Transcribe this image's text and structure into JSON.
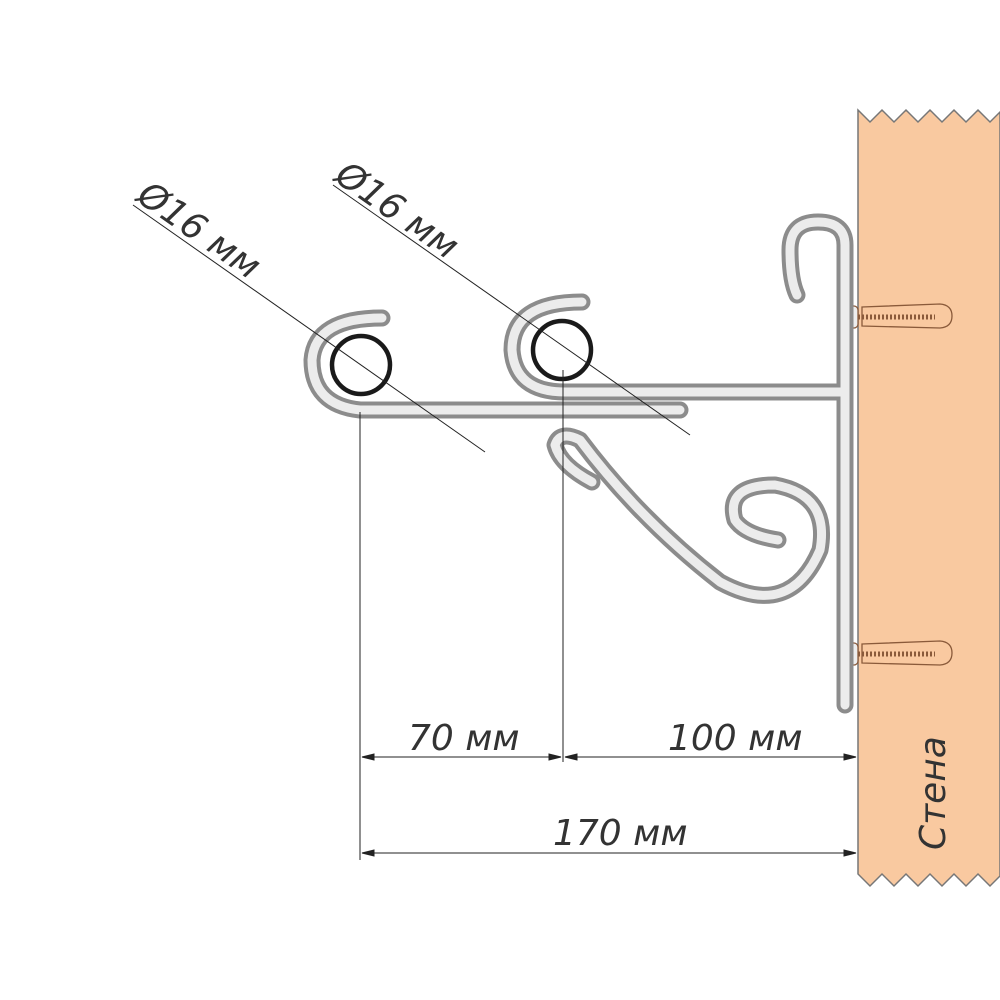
{
  "labels": {
    "diameter_1": "Ø16 мм",
    "diameter_2": "Ø16 мм",
    "dim_70": "70 мм",
    "dim_100": "100 мм",
    "dim_170": "170 мм",
    "wall": "Стена"
  },
  "colors": {
    "wall": "#f9c9a0",
    "bracket_fill": "#ececec",
    "bracket_outline": "#8c8c8c",
    "pipe": "#1a1a1a"
  }
}
